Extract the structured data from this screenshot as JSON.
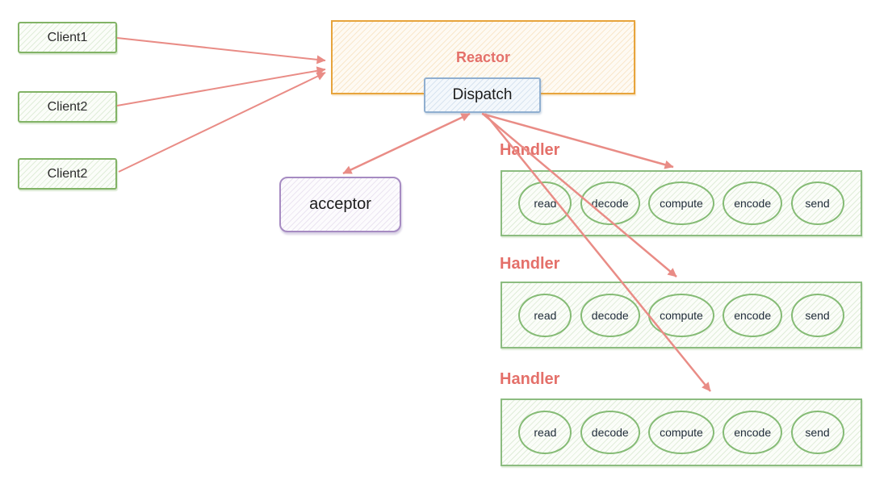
{
  "diagram": {
    "clients": [
      {
        "label": "Client1"
      },
      {
        "label": "Client2"
      },
      {
        "label": "Client2"
      }
    ],
    "reactor": {
      "label": "Reactor"
    },
    "dispatch": {
      "label": "Dispatch"
    },
    "acceptor": {
      "label": "acceptor"
    },
    "handlers": [
      {
        "title": "Handler",
        "steps": [
          "read",
          "decode",
          "compute",
          "encode",
          "send"
        ]
      },
      {
        "title": "Handler",
        "steps": [
          "read",
          "decode",
          "compute",
          "encode",
          "send"
        ]
      },
      {
        "title": "Handler",
        "steps": [
          "read",
          "decode",
          "compute",
          "encode",
          "send"
        ]
      }
    ],
    "colors": {
      "arrow": "#e98c86",
      "red_text": "#e4706a",
      "client_border": "#82b366",
      "handler_border": "#8cbc80",
      "oval_border": "#85bb75",
      "reactor_border": "#e7a43c",
      "dispatch_border": "#90afd0",
      "acceptor_border": "#a68bc2"
    }
  }
}
